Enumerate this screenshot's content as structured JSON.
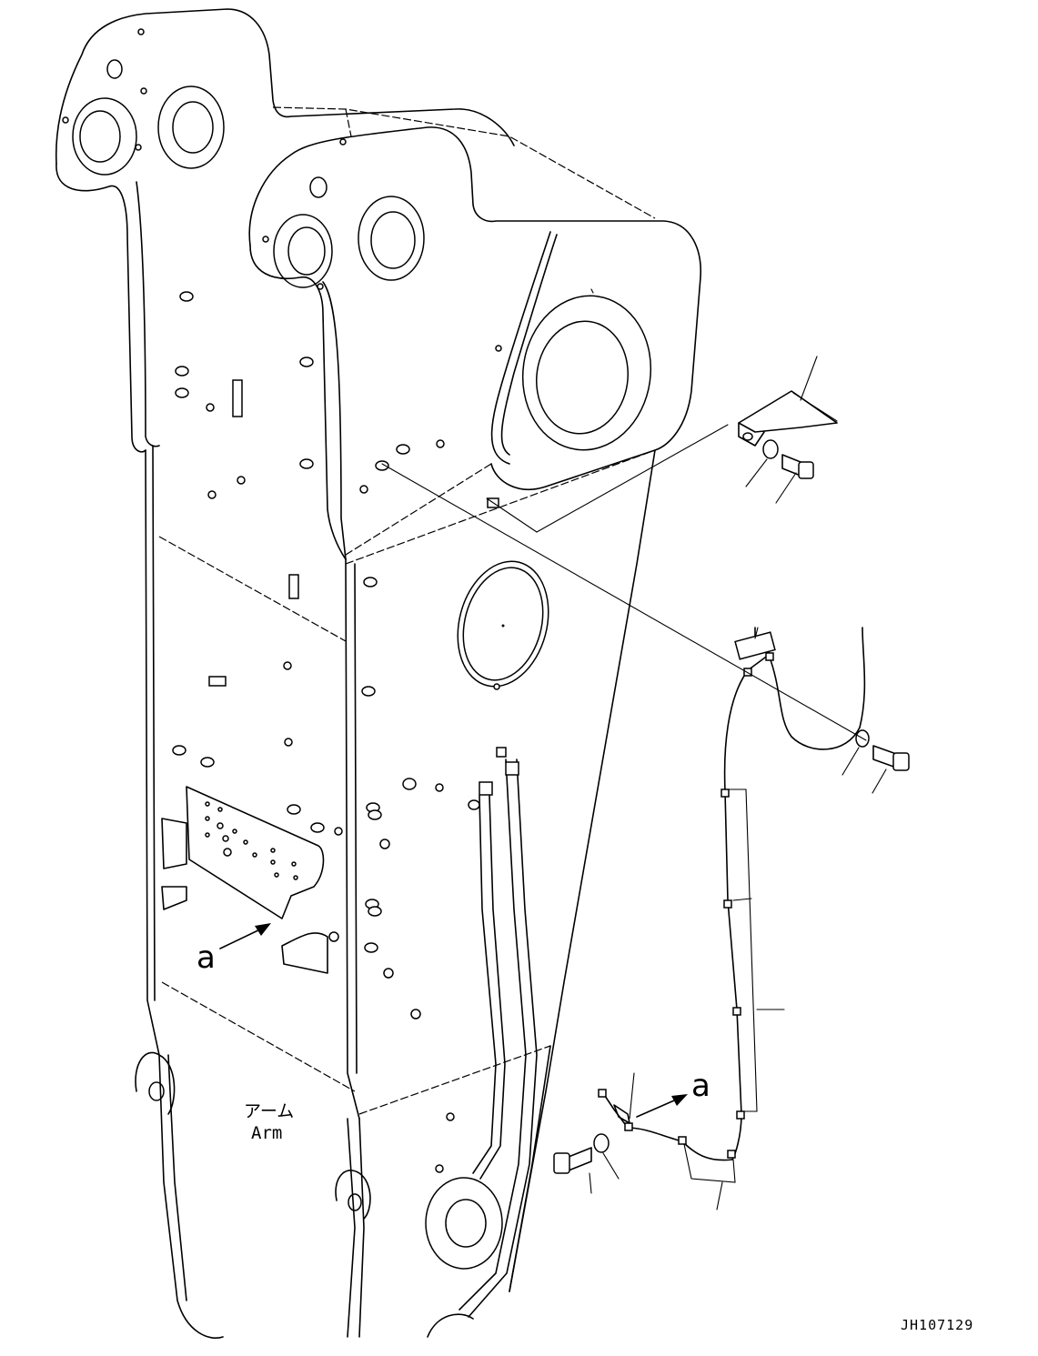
{
  "labels": {
    "callout_left": "a",
    "callout_right": "a",
    "arm_jp": "アーム",
    "arm_en": "Arm",
    "drawing_code": "JH107129"
  }
}
